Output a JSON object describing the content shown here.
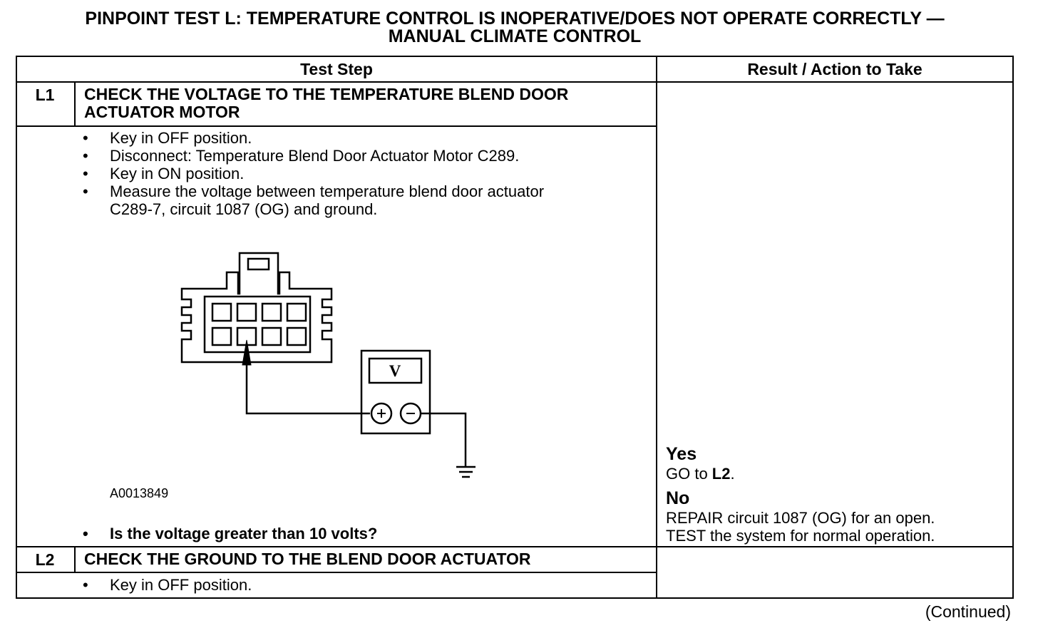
{
  "title": {
    "line1": "PINPOINT TEST L: TEMPERATURE CONTROL IS INOPERATIVE/DOES NOT OPERATE CORRECTLY —",
    "line2": "MANUAL CLIMATE CONTROL"
  },
  "table": {
    "header_step": "Test Step",
    "header_result": "Result / Action to Take"
  },
  "steps": [
    {
      "id": "L1",
      "title_line1": "CHECK THE VOLTAGE TO THE TEMPERATURE BLEND DOOR",
      "title_line2": "ACTUATOR MOTOR",
      "bullets": [
        "Key in OFF position.",
        "Disconnect: Temperature Blend Door Actuator Motor C289.",
        "Key in ON position.",
        "Measure the voltage between temperature blend door actuator",
        "C289-7, circuit 1087 (OG) and ground."
      ],
      "figure_id": "A0013849",
      "meter_label": "V",
      "question": "Is the voltage greater than 10 volts?",
      "results": {
        "yes_label": "Yes",
        "yes_prefix": "GO to ",
        "yes_target": "L2",
        "yes_suffix": ".",
        "no_label": "No",
        "no_line1": "REPAIR circuit 1087 (OG) for an open.",
        "no_line2": "TEST the system for normal operation."
      }
    },
    {
      "id": "L2",
      "title_line1": "CHECK THE GROUND TO THE BLEND DOOR ACTUATOR",
      "bullets": [
        "Key in OFF position."
      ]
    }
  ],
  "bullet_char": "•",
  "footer": {
    "continued": "(Continued)"
  }
}
